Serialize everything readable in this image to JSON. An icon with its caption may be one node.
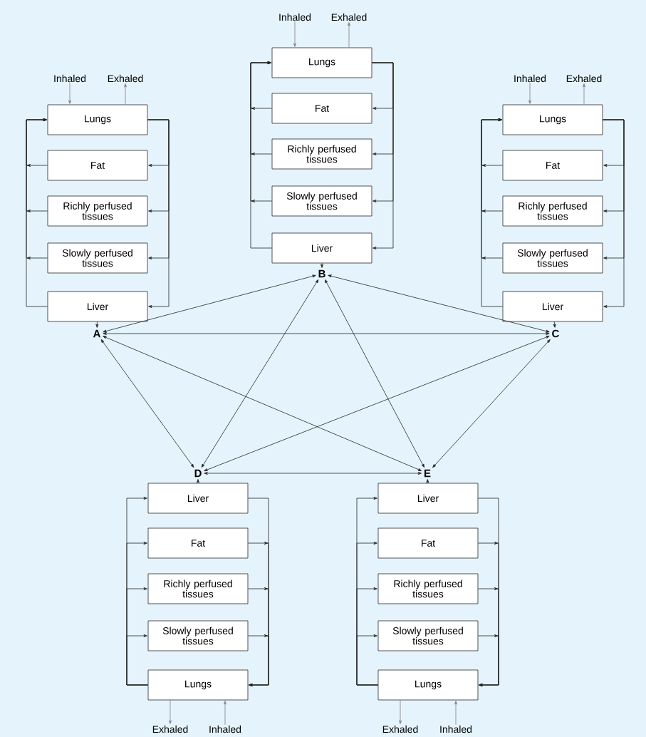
{
  "diagram": {
    "nodes": [
      {
        "text": [
          "Inhaled"
        ]
      },
      {
        "text": [
          "Exhaled"
        ]
      },
      {
        "text": [
          "Lungs"
        ]
      },
      {
        "text": [
          "Fat"
        ]
      },
      {
        "text": [
          "Richly perfused tissues"
        ]
      },
      {
        "text": [
          "Slowly perfused tissues"
        ]
      },
      {
        "text": [
          "Liver"
        ]
      },
      {
        "text": [
          "Inhaled"
        ]
      },
      {
        "text": [
          "Exhaled"
        ]
      },
      {
        "text": [
          "Lungs"
        ]
      },
      {
        "text": [
          "Fat"
        ]
      },
      {
        "text": [
          "Richly perfused tissues"
        ]
      },
      {
        "text": [
          "Slowly perfused tissues"
        ]
      },
      {
        "text": [
          "Liver"
        ]
      },
      {
        "text": [
          "Inhaled"
        ]
      },
      {
        "text": [
          "Exhaled"
        ]
      },
      {
        "text": [
          "Lungs"
        ]
      },
      {
        "text": [
          "Fat"
        ]
      },
      {
        "text": [
          "Richly perfused tissues"
        ]
      },
      {
        "text": [
          "Slowly perfused tissues"
        ]
      },
      {
        "text": [
          "Liver"
        ]
      },
      {
        "text": [
          "Liver"
        ]
      },
      {
        "text": [
          "Fat"
        ]
      },
      {
        "text": [
          "Richly perfused tissues"
        ]
      },
      {
        "text": [
          "Slowly perfused tissues"
        ]
      },
      {
        "text": [
          "Lungs"
        ]
      },
      {
        "text": [
          "Exhaled"
        ]
      },
      {
        "text": [
          "Inhaled"
        ]
      },
      {
        "text": [
          "Liver"
        ]
      },
      {
        "text": [
          "Fat"
        ]
      },
      {
        "text": [
          "Richly perfused tissues"
        ]
      },
      {
        "text": [
          "Slowly perfused tissues"
        ]
      },
      {
        "text": [
          "Lungs"
        ]
      },
      {
        "text": [
          "Exhaled"
        ]
      },
      {
        "text": [
          "Inhaled"
        ]
      },
      {
        "text": [
          "A"
        ]
      },
      {
        "text": [
          "B"
        ]
      },
      {
        "text": [
          "C"
        ]
      },
      {
        "text": [
          "D"
        ]
      },
      {
        "text": [
          "E"
        ]
      }
    ],
    "edges": [
      {
        "from": 0,
        "to": 2,
        "arrow": "to",
        "color": "#808080"
      },
      {
        "from": 2,
        "to": 1,
        "arrow": "to",
        "color": "#808080"
      },
      {
        "from": 2,
        "to": 3,
        "arrow": "to"
      },
      {
        "from": 2,
        "to": 4,
        "arrow": "to"
      },
      {
        "from": 2,
        "to": 5,
        "arrow": "to"
      },
      {
        "from": 2,
        "to": 6,
        "arrow": "to"
      },
      {
        "from": 3,
        "to": 2,
        "arrow": "to"
      },
      {
        "from": 4,
        "to": 2,
        "arrow": "to"
      },
      {
        "from": 5,
        "to": 2,
        "arrow": "to"
      },
      {
        "from": 6,
        "to": 2,
        "arrow": "to"
      },
      {
        "from": 6,
        "to": 35,
        "arrow": "to"
      },
      {
        "from": 7,
        "to": 9,
        "arrow": "to",
        "color": "#808080"
      },
      {
        "from": 9,
        "to": 8,
        "arrow": "to",
        "color": "#808080"
      },
      {
        "from": 9,
        "to": 10,
        "arrow": "to"
      },
      {
        "from": 9,
        "to": 11,
        "arrow": "to"
      },
      {
        "from": 9,
        "to": 12,
        "arrow": "to"
      },
      {
        "from": 9,
        "to": 13,
        "arrow": "to"
      },
      {
        "from": 10,
        "to": 9,
        "arrow": "to"
      },
      {
        "from": 11,
        "to": 9,
        "arrow": "to"
      },
      {
        "from": 12,
        "to": 9,
        "arrow": "to"
      },
      {
        "from": 13,
        "to": 9,
        "arrow": "to"
      },
      {
        "from": 13,
        "to": 36,
        "arrow": "to"
      },
      {
        "from": 14,
        "to": 16,
        "arrow": "to",
        "color": "#808080"
      },
      {
        "from": 16,
        "to": 15,
        "arrow": "to",
        "color": "#808080"
      },
      {
        "from": 16,
        "to": 17,
        "arrow": "to"
      },
      {
        "from": 16,
        "to": 18,
        "arrow": "to"
      },
      {
        "from": 16,
        "to": 19,
        "arrow": "to"
      },
      {
        "from": 16,
        "to": 20,
        "arrow": "to"
      },
      {
        "from": 17,
        "to": 16,
        "arrow": "to"
      },
      {
        "from": 18,
        "to": 16,
        "arrow": "to"
      },
      {
        "from": 19,
        "to": 16,
        "arrow": "to"
      },
      {
        "from": 20,
        "to": 16,
        "arrow": "to"
      },
      {
        "from": 20,
        "to": 37,
        "arrow": "to"
      },
      {
        "from": 27,
        "to": 25,
        "arrow": "to",
        "color": "#808080"
      },
      {
        "from": 25,
        "to": 26,
        "arrow": "to",
        "color": "#808080"
      },
      {
        "from": 25,
        "to": 21,
        "arrow": "to"
      },
      {
        "from": 25,
        "to": 22,
        "arrow": "to"
      },
      {
        "from": 25,
        "to": 23,
        "arrow": "to"
      },
      {
        "from": 25,
        "to": 24,
        "arrow": "to"
      },
      {
        "from": 21,
        "to": 25,
        "arrow": "to"
      },
      {
        "from": 22,
        "to": 25,
        "arrow": "to"
      },
      {
        "from": 23,
        "to": 25,
        "arrow": "to"
      },
      {
        "from": 24,
        "to": 25,
        "arrow": "to"
      },
      {
        "from": 21,
        "to": 38,
        "arrow": "to"
      },
      {
        "from": 34,
        "to": 32,
        "arrow": "to",
        "color": "#808080"
      },
      {
        "from": 32,
        "to": 33,
        "arrow": "to",
        "color": "#808080"
      },
      {
        "from": 32,
        "to": 28,
        "arrow": "to"
      },
      {
        "from": 32,
        "to": 29,
        "arrow": "to"
      },
      {
        "from": 32,
        "to": 30,
        "arrow": "to"
      },
      {
        "from": 32,
        "to": 31,
        "arrow": "to"
      },
      {
        "from": 28,
        "to": 32,
        "arrow": "to"
      },
      {
        "from": 29,
        "to": 32,
        "arrow": "to"
      },
      {
        "from": 30,
        "to": 32,
        "arrow": "to"
      },
      {
        "from": 31,
        "to": 32,
        "arrow": "to"
      },
      {
        "from": 28,
        "to": 39,
        "arrow": "to"
      },
      {
        "from": 35,
        "to": 36,
        "arrow": "both"
      },
      {
        "from": 35,
        "to": 37,
        "arrow": "both"
      },
      {
        "from": 35,
        "to": 38,
        "arrow": "both"
      },
      {
        "from": 35,
        "to": 39,
        "arrow": "both"
      },
      {
        "from": 36,
        "to": 37,
        "arrow": "both"
      },
      {
        "from": 36,
        "to": 38,
        "arrow": "both"
      },
      {
        "from": 36,
        "to": 39,
        "arrow": "both"
      },
      {
        "from": 37,
        "to": 38,
        "arrow": "both"
      },
      {
        "from": 37,
        "to": 39,
        "arrow": "both"
      },
      {
        "from": 38,
        "to": 39,
        "arrow": "both"
      }
    ]
  }
}
